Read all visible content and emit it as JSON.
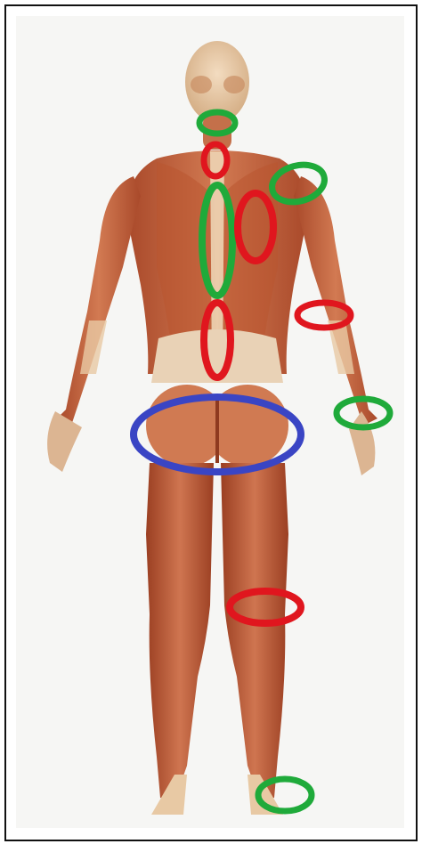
{
  "image": {
    "subject": "muscle-anatomy-figure-back-view",
    "colors": {
      "frame": "#111111",
      "background": "#f6f6f4",
      "skin_light": "#e8c9a4",
      "muscle": "#c8683f",
      "muscle_dark": "#9b3f22",
      "tendon": "#eedcc2",
      "marker_green": "#1faa3a",
      "marker_red": "#e0161e",
      "marker_blue": "#3a45c4"
    }
  },
  "markers": [
    {
      "name": "neck-marker",
      "color": "green"
    },
    {
      "name": "upper-thoracic-marker",
      "color": "red"
    },
    {
      "name": "thoracic-spine-marker",
      "color": "green"
    },
    {
      "name": "shoulder-blade-marker",
      "color": "red"
    },
    {
      "name": "right-shoulder-marker",
      "color": "green"
    },
    {
      "name": "lumbar-spine-marker",
      "color": "red"
    },
    {
      "name": "right-elbow-marker",
      "color": "red"
    },
    {
      "name": "right-wrist-marker",
      "color": "green"
    },
    {
      "name": "hip-pelvis-marker",
      "color": "blue"
    },
    {
      "name": "right-knee-marker",
      "color": "red"
    },
    {
      "name": "right-ankle-marker",
      "color": "green"
    }
  ]
}
